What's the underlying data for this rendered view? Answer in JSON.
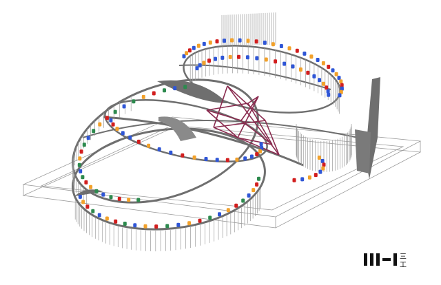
{
  "colors": {
    "background": "#ffffff",
    "structure": "#6f6f6f",
    "structure_light": "#9a9a9a",
    "base_outline": "#9a9a9a",
    "trusses": "#8a2b4f",
    "seat_blue": "#2f56d6",
    "seat_orange": "#f2a12a",
    "seat_green": "#2d8a4e",
    "seat_red": "#d21e1e",
    "logo": "#111111"
  },
  "logo": {
    "name": "studio-mark",
    "glyph_lines": [
      "三",
      "工"
    ]
  },
  "seat_groups": [
    {
      "name": "upper-ring",
      "colors": [
        "seat_blue",
        "seat_orange",
        "seat_red",
        "seat_blue",
        "seat_orange"
      ]
    },
    {
      "name": "left-bowl",
      "colors": [
        "seat_green",
        "seat_orange",
        "seat_red",
        "seat_green",
        "seat_blue"
      ]
    },
    {
      "name": "front-arc",
      "colors": [
        "seat_green",
        "seat_red",
        "seat_orange",
        "seat_blue"
      ]
    },
    {
      "name": "mid-ring",
      "colors": [
        "seat_blue",
        "seat_blue",
        "seat_orange",
        "seat_red"
      ]
    },
    {
      "name": "right-arc",
      "colors": [
        "seat_orange",
        "seat_blue",
        "seat_red"
      ]
    }
  ]
}
